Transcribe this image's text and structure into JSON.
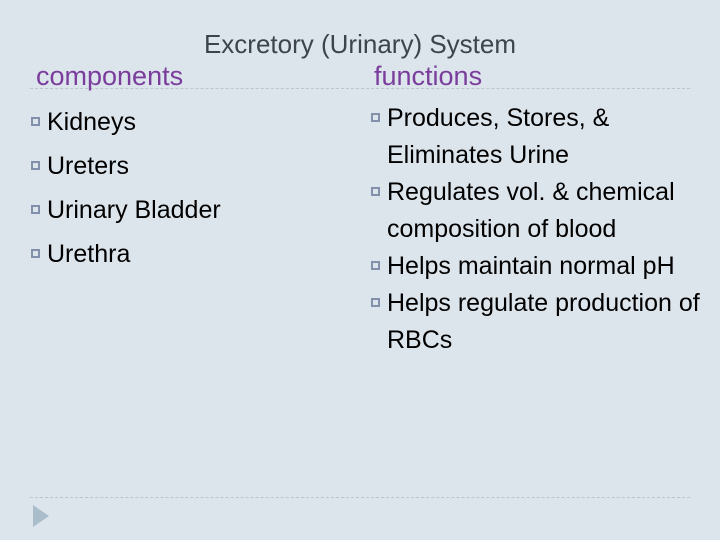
{
  "slide": {
    "title": "Excretory (Urinary) System",
    "background_color": "#dde5ec",
    "title_color": "#3d444c",
    "caption_color": "#7a3d9c",
    "bullet_color": "#8290ab",
    "rule_color": "#b9c6d2",
    "arrow_color": "#a9bdcb"
  },
  "columns": {
    "left": {
      "caption": "components",
      "items": [
        {
          "bullet": "hollow-square-bullet",
          "text": "Kidneys"
        },
        {
          "bullet": "hollow-square-bullet",
          "text": "Ureters"
        },
        {
          "bullet": "hollow-square-bullet",
          "text": "Urinary Bladder"
        },
        {
          "bullet": "hollow-square-bullet",
          "text": "Urethra"
        }
      ]
    },
    "right": {
      "caption": "functions",
      "items": [
        {
          "bullet": "hollow-square-bullet",
          "text": "Produces, Stores, & Eliminates Urine"
        },
        {
          "bullet": "hollow-square-bullet",
          "text": "Regulates vol. & chemical composition of blood"
        },
        {
          "bullet": "hollow-square-bullet",
          "text": "Helps maintain normal pH"
        },
        {
          "bullet": "hollow-square-bullet",
          "text": "Helps regulate production of RBCs"
        }
      ]
    }
  },
  "footer": {
    "next_arrow": "play-arrow-icon"
  }
}
